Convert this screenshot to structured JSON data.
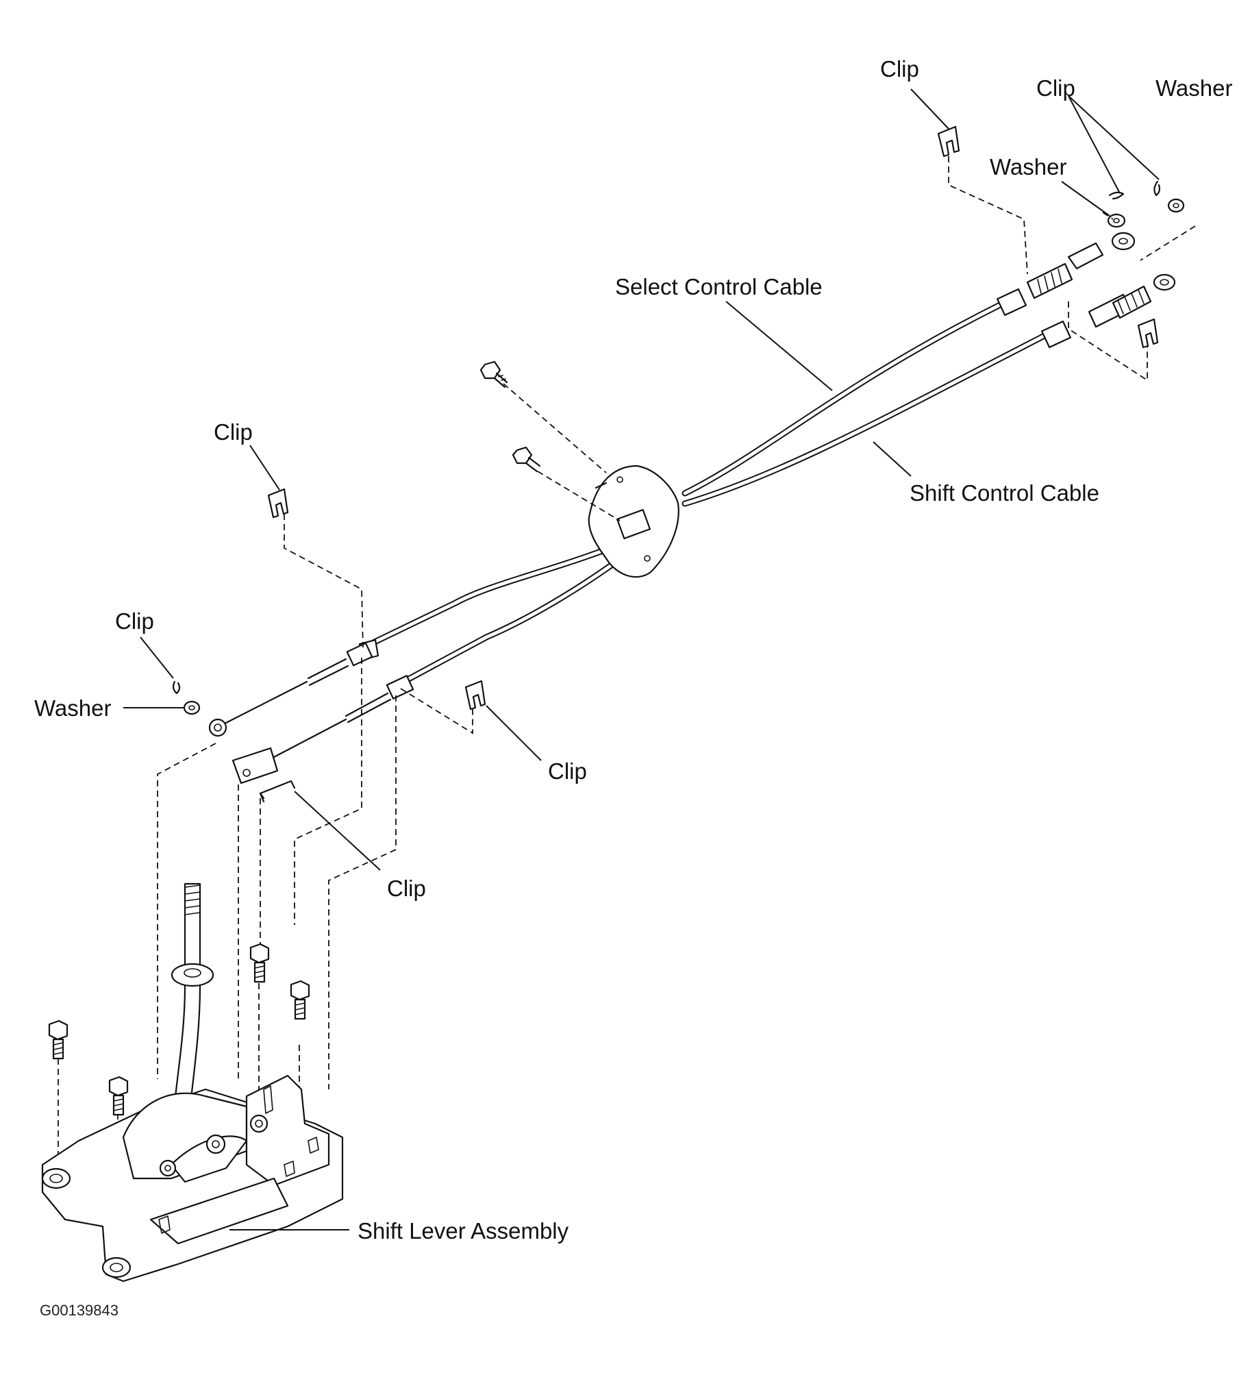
{
  "diagram": {
    "type": "exploded-parts",
    "labels": {
      "clip_top": "Clip",
      "clip_top_right": "Clip",
      "washer_top_right": "Washer",
      "washer_upper": "Washer",
      "select_control_cable": "Select Control Cable",
      "shift_control_cable": "Shift Control Cable",
      "clip_left_upper": "Clip",
      "clip_left": "Clip",
      "washer_left": "Washer",
      "clip_mid_right": "Clip",
      "clip_lower": "Clip",
      "shift_lever_assembly": "Shift Lever Assembly"
    },
    "figure_code": "G00139843"
  }
}
